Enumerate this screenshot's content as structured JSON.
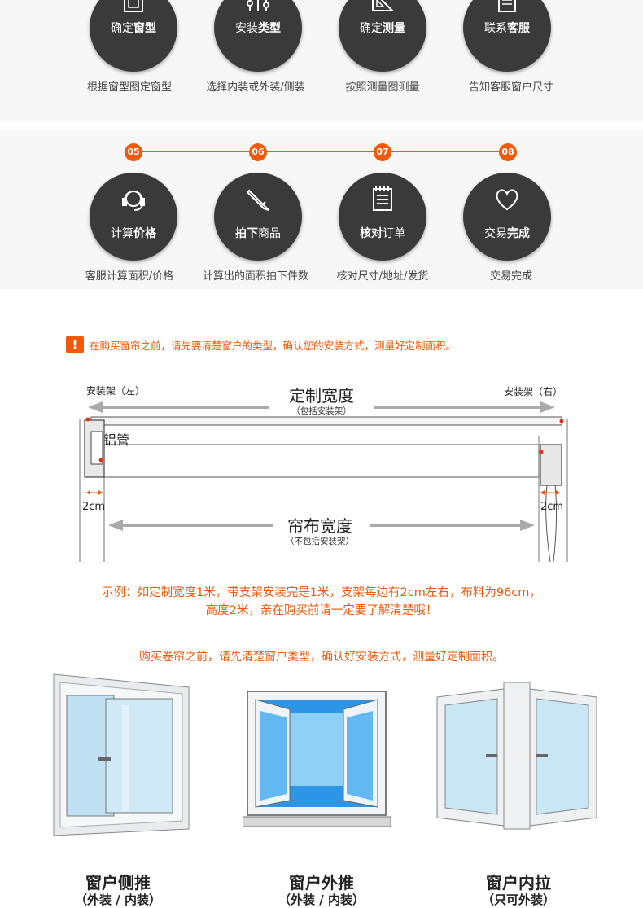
{
  "steps_top": [
    {
      "label_plain": "确定",
      "label_bold": "窗型",
      "caption": "根据窗型图定窗型",
      "icon": "window-frame-icon"
    },
    {
      "label_plain": "安装",
      "label_bold": "类型",
      "caption": "选择内装或外装/侧装",
      "icon": "sliders-icon"
    },
    {
      "label_plain": "确定",
      "label_bold": "测量",
      "caption": "按照测量图测量",
      "icon": "triangle-ruler-icon"
    },
    {
      "label_plain": "联系",
      "label_bold": "客服",
      "caption": "告知客服窗户尺寸",
      "icon": "document-icon"
    }
  ],
  "steps_bottom": [
    {
      "num": "05",
      "label_plain": "计算",
      "label_bold": "价格",
      "caption": "客服计算面积/价格",
      "icon": "headset-icon"
    },
    {
      "num": "06",
      "label_plain": "商品",
      "label_bold": "拍下",
      "caption": "计算出的面积拍下件数",
      "icon": "pencil-icon"
    },
    {
      "num": "07",
      "label_plain": "订单",
      "label_bold": "核对",
      "caption": "核对尺寸/地址/发货",
      "icon": "notepad-icon"
    },
    {
      "num": "08",
      "label_plain": "交易",
      "label_bold": "完成",
      "caption": "交易完成",
      "icon": "heart-icon"
    }
  ],
  "warning": {
    "icon": "!",
    "text": "在购买窗帘之前，请先要清楚窗户的类型，确认您的安装方式，测量好定制面积。"
  },
  "diagram": {
    "bracket_left": "安装架（左）",
    "bracket_right": "安装架（右）",
    "custom_width": "定制宽度",
    "custom_width_sub": "（包括安装架）",
    "tube": "铝管",
    "gap_left": "2cm",
    "gap_right": "2cm",
    "fabric_width": "帘布宽度",
    "fabric_width_sub": "（不包括安装架）"
  },
  "example": {
    "line1": "示例：如定制宽度1米，带支架安装完是1米，支架每边有2cm左右，布料为96cm，",
    "line2": "高度2米，亲在购买前请一定要了解清楚哦！"
  },
  "reminder": "购买卷帘之前，请先清楚窗户类型，确认好安装方式，测量好定制面积。",
  "windows": [
    {
      "title": "窗户侧推",
      "sub": "（外装 / 内装）"
    },
    {
      "title": "窗户外推",
      "sub": "（外装 / 内装）"
    },
    {
      "title": "窗户内拉",
      "sub": "（只可外装）"
    }
  ],
  "colors": {
    "accent": "#f15a0c",
    "circle": "#3a3a3a"
  }
}
